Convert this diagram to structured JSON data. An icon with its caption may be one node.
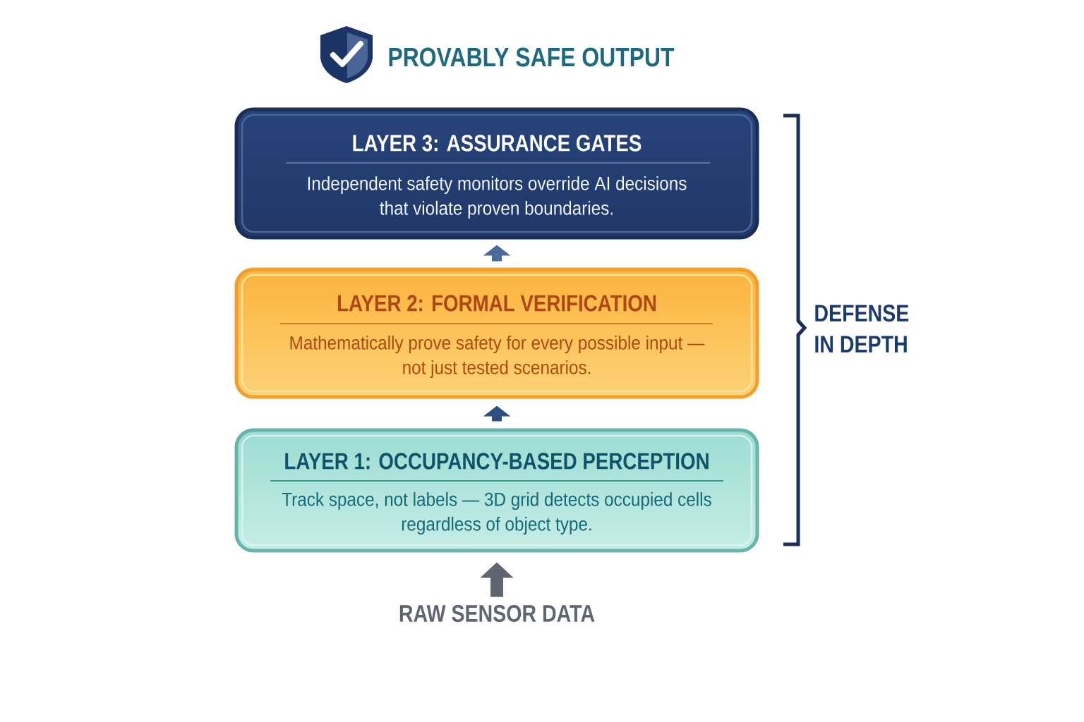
{
  "diagram": {
    "title": "PROVABLY SAFE OUTPUT",
    "nodes": [
      {
        "text": [
          "LAYER 3: ASSURANCE GATES",
          "Independent safety monitors override AI decisions that violate proven boundaries."
        ]
      },
      {
        "text": [
          "LAYER 2: FORMAL VERIFICATION",
          "Mathematically prove safety for every possible input — not just tested scenarios."
        ]
      },
      {
        "text": [
          "LAYER 1: OCCUPANCY-BASED PERCEPTION",
          "Track space, not labels — 3D grid detects occupied cells regardless of object type."
        ]
      },
      {
        "text": [
          "RAW SENSOR DATA"
        ]
      }
    ],
    "edges": [
      {
        "from": 3,
        "to": 2,
        "arrow": "to",
        "color": "#5f6670"
      },
      {
        "from": 2,
        "to": 1,
        "arrow": "to",
        "color": "#2f4f80"
      },
      {
        "from": 1,
        "to": 0,
        "arrow": "to",
        "color": "#4b6a9b"
      }
    ],
    "labels": [
      "DEFENSE IN DEPTH"
    ]
  }
}
